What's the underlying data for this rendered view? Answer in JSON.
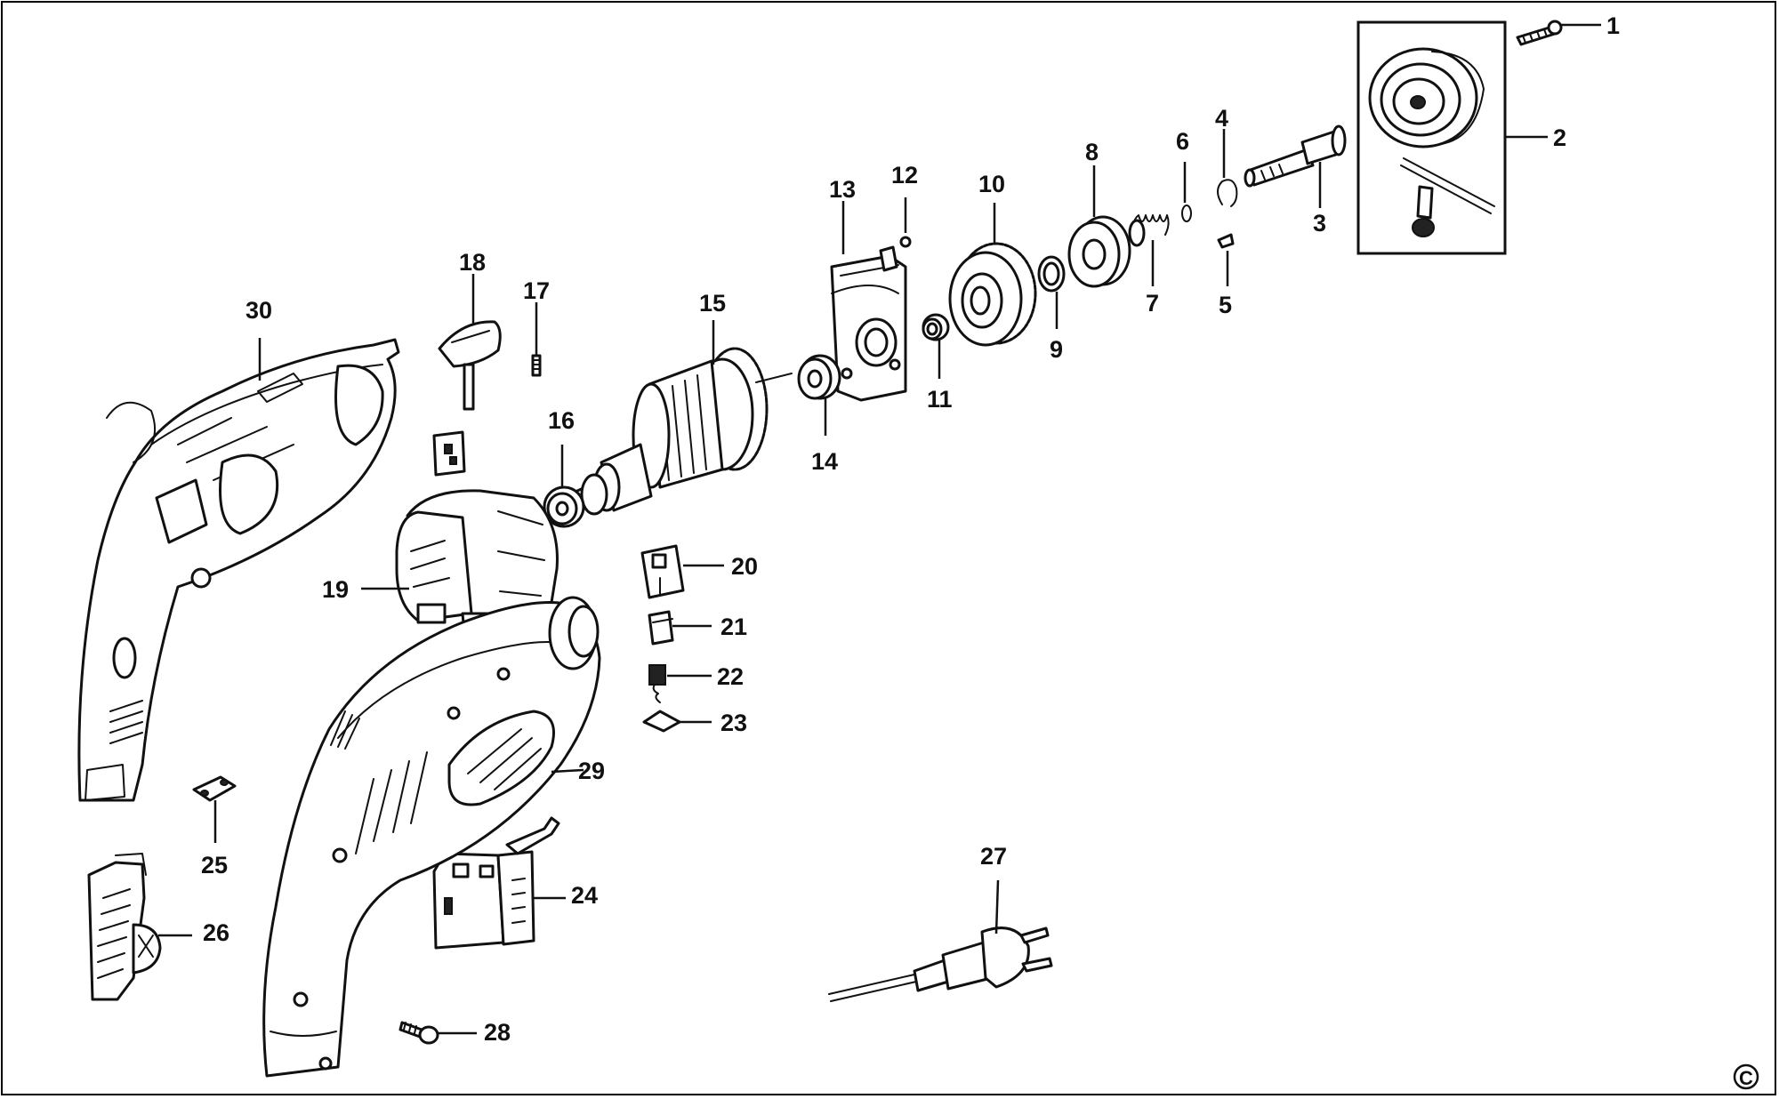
{
  "diagram": {
    "copyright_symbol": "C",
    "callouts": [
      "1",
      "2",
      "3",
      "4",
      "5",
      "6",
      "7",
      "8",
      "9",
      "10",
      "11",
      "12",
      "13",
      "14",
      "15",
      "16",
      "17",
      "18",
      "19",
      "20",
      "21",
      "22",
      "23",
      "24",
      "25",
      "26",
      "27",
      "28",
      "29",
      "30"
    ]
  }
}
